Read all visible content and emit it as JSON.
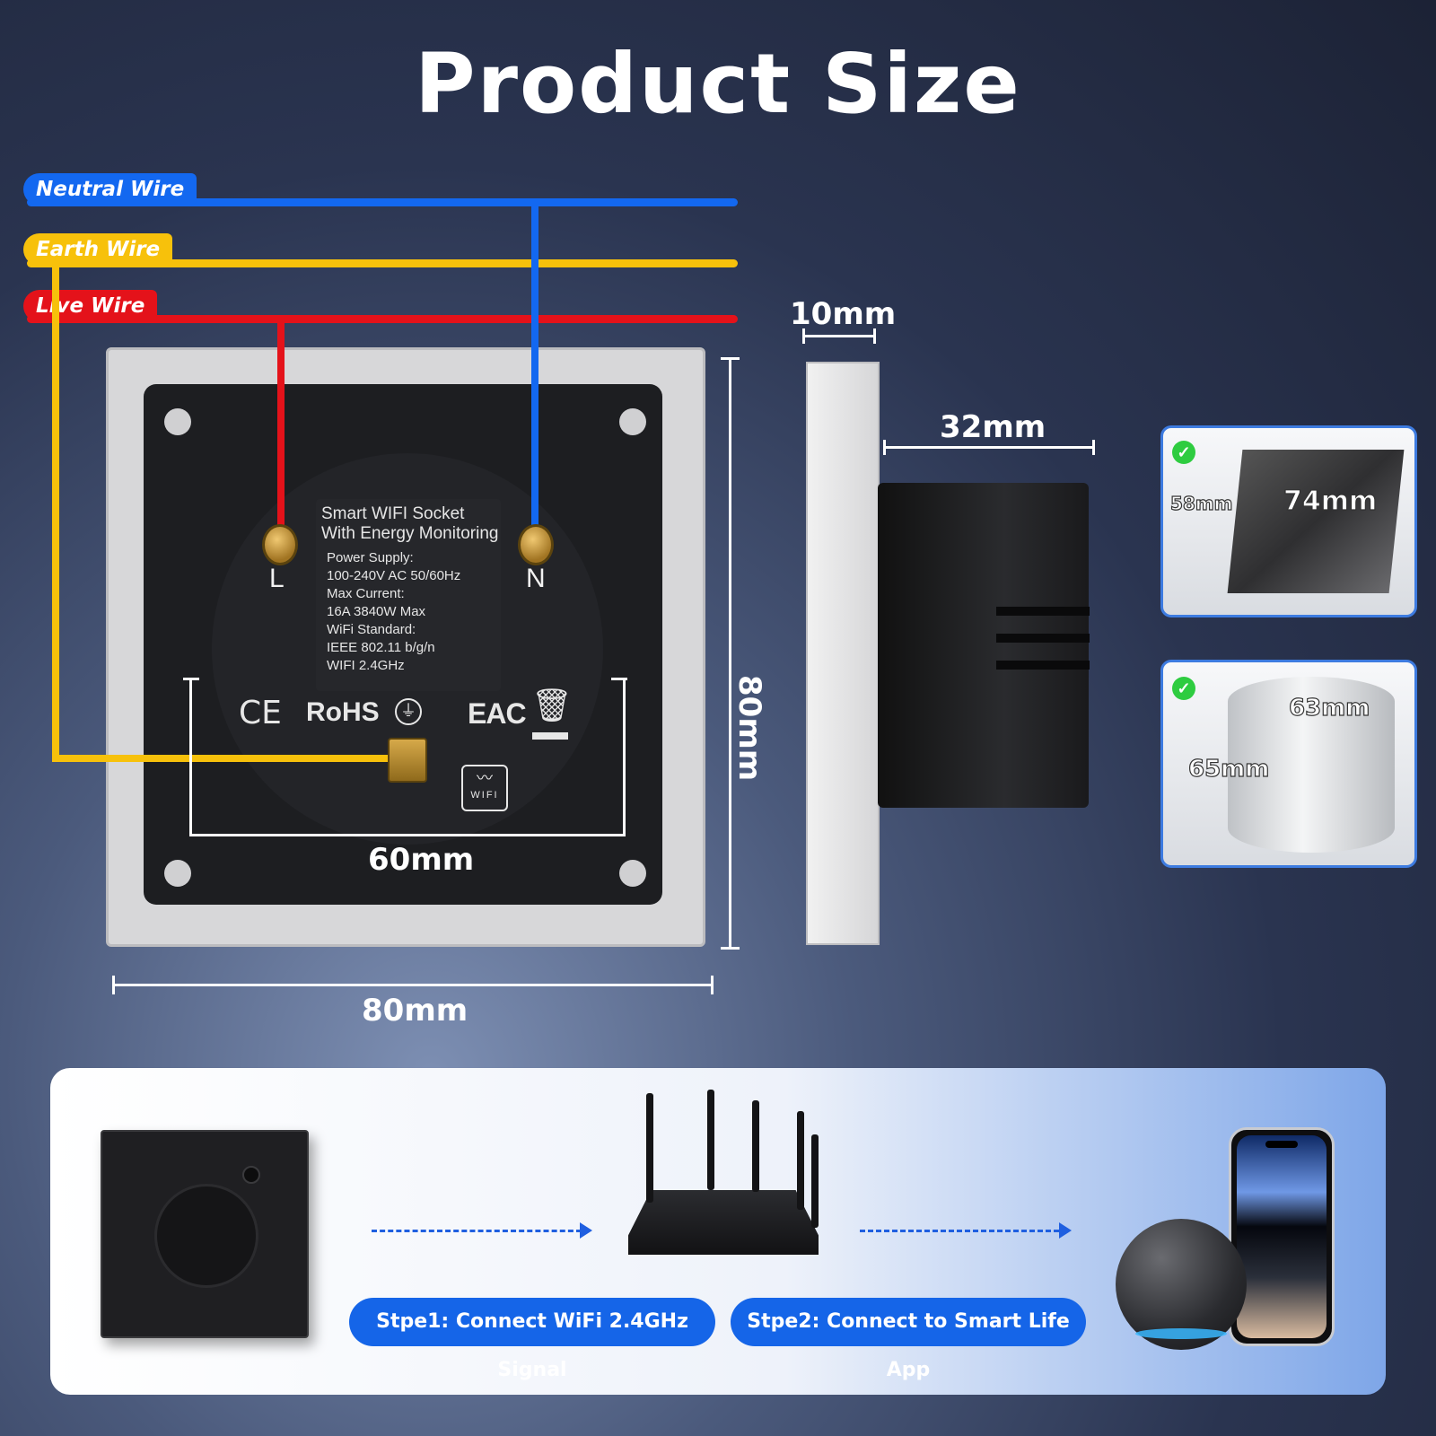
{
  "title": "Product Size",
  "wires": {
    "neutral": {
      "label": "Neutral Wire",
      "color": "#1368f0"
    },
    "earth": {
      "label": "Earth Wire",
      "color": "#f7c10b"
    },
    "live": {
      "label": "Live Wire",
      "color": "#e4121a"
    }
  },
  "socket_back": {
    "label_title_1": "Smart WIFI Socket",
    "label_title_2": "With Energy Monitoring",
    "specs": [
      "Power Supply:",
      "100-240V AC 50/60Hz",
      "Max Current:",
      "16A 3840W Max",
      "WiFi Standard:",
      "IEEE 802.11 b/g/n",
      "WIFI 2.4GHz"
    ],
    "terminal_l": "L",
    "terminal_n": "N",
    "ce_mark": "CE",
    "rohs_mark": "RoHS",
    "eac_mark": "EAC",
    "wifi_badge": "WIFI"
  },
  "dimensions": {
    "plate_width": "80mm",
    "plate_height": "80mm",
    "screw_spacing": "60mm",
    "plate_thickness": "10mm",
    "body_depth": "32mm"
  },
  "boxes": [
    {
      "dim_a": "58mm",
      "dim_b": "74mm"
    },
    {
      "dim_a": "63mm",
      "dim_b": "65mm"
    }
  ],
  "steps": {
    "step1": "Stpe1: Connect WiFi 2.4GHz Signal",
    "step2": "Stpe2: Connect to Smart Life App"
  }
}
